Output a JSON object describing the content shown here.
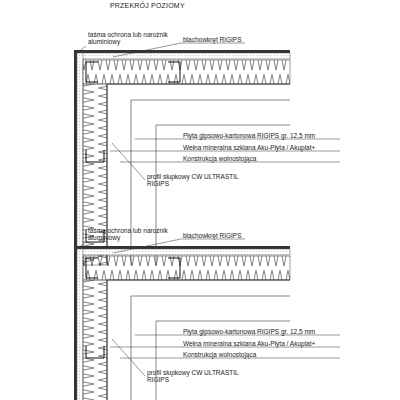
{
  "diagram": {
    "title": "PRZEKRÓJ POZIOMY",
    "labels": [
      "taśma ochrona lub narożnik aluminiowy",
      "blachowkręt RIGIPS",
      "Płyta gipsowo-kartonowa RIGIPS gr. 12,5 mm",
      "Wełna mineralna szklana Aku-Płyta / Akuplat+",
      "Konstrukcja wolnostojąca",
      "profil słupkowy CW ULTRASTIL RIGIPS",
      "taśma ochrona lub narożnik aluminiowy",
      "blachowkręt RIGIPS",
      "Płyta gipsowo-kartonowa RIGIPS gr. 12,5 mm",
      "Wełna mineralna szklana Aku-Płyta / Akuplat+",
      "Konstrukcja wolnostojąca",
      "profil słupkowy CW ULTRASTIL RIGIPS"
    ]
  }
}
